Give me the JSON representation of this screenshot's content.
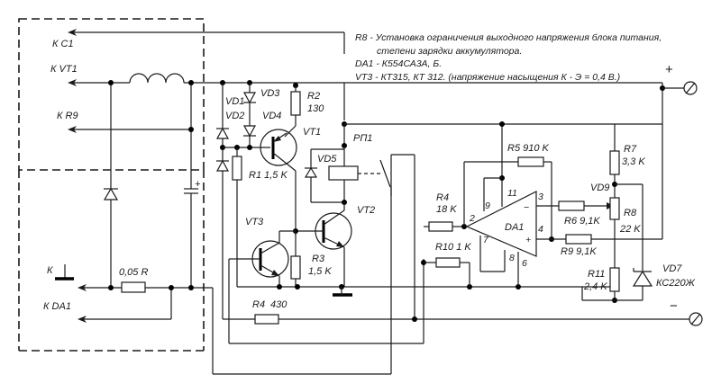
{
  "notes": [
    "R8 - Установка ограничения выходного напряжения блока питания,",
    "степени зарядки аккумулятора.",
    "DA1 - К554СА3А,  Б.",
    "VT3 - КТ315, КТ 312. (напряжение насыщения К - Э = 0,4 В.)"
  ],
  "connections": {
    "c1": "К С1",
    "vt1": "К VT1",
    "r9": "К R9",
    "ground": "К",
    "da1": "К DA1"
  },
  "components": {
    "shunt": "0,05 R",
    "vd1": "VD1",
    "vd2": "VD2",
    "vd3": "VD3",
    "vd4": "VD4",
    "r2_name": "R2",
    "r2_value": "130",
    "vt1": "VT1",
    "r1": "R1 1,5 K",
    "relay": "РП1",
    "vd5": "VD5",
    "vt2": "VT2",
    "vt3": "VT3",
    "r3_name": "R3",
    "r3_value": "1,5 K",
    "r4_bottom_name": "R4",
    "r4_bottom_value": "430",
    "r4_name": "R4",
    "r4_value": "18 K",
    "r10": "R10 1 K",
    "r5": "R5 910 K",
    "da1": "DA1",
    "r6": "R6 9,1K",
    "r9": "R9  9,1K",
    "r7_name": "R7",
    "r7_value": "3,3 K",
    "vd9": "VD9",
    "r8_name": "R8",
    "r8_value": "22 K",
    "r11_name": "R11",
    "r11_value": "2,4 K",
    "vd7_name": "VD7",
    "vd7_value": "КС220Ж"
  },
  "pins": {
    "p2": "2",
    "p3": "3",
    "p4": "4",
    "p6": "6",
    "p7": "7",
    "p8": "8",
    "p9": "9",
    "p11": "11",
    "minus_in": "−",
    "plus_in": "+"
  },
  "terminals": {
    "plus": "+",
    "minus": "−"
  }
}
